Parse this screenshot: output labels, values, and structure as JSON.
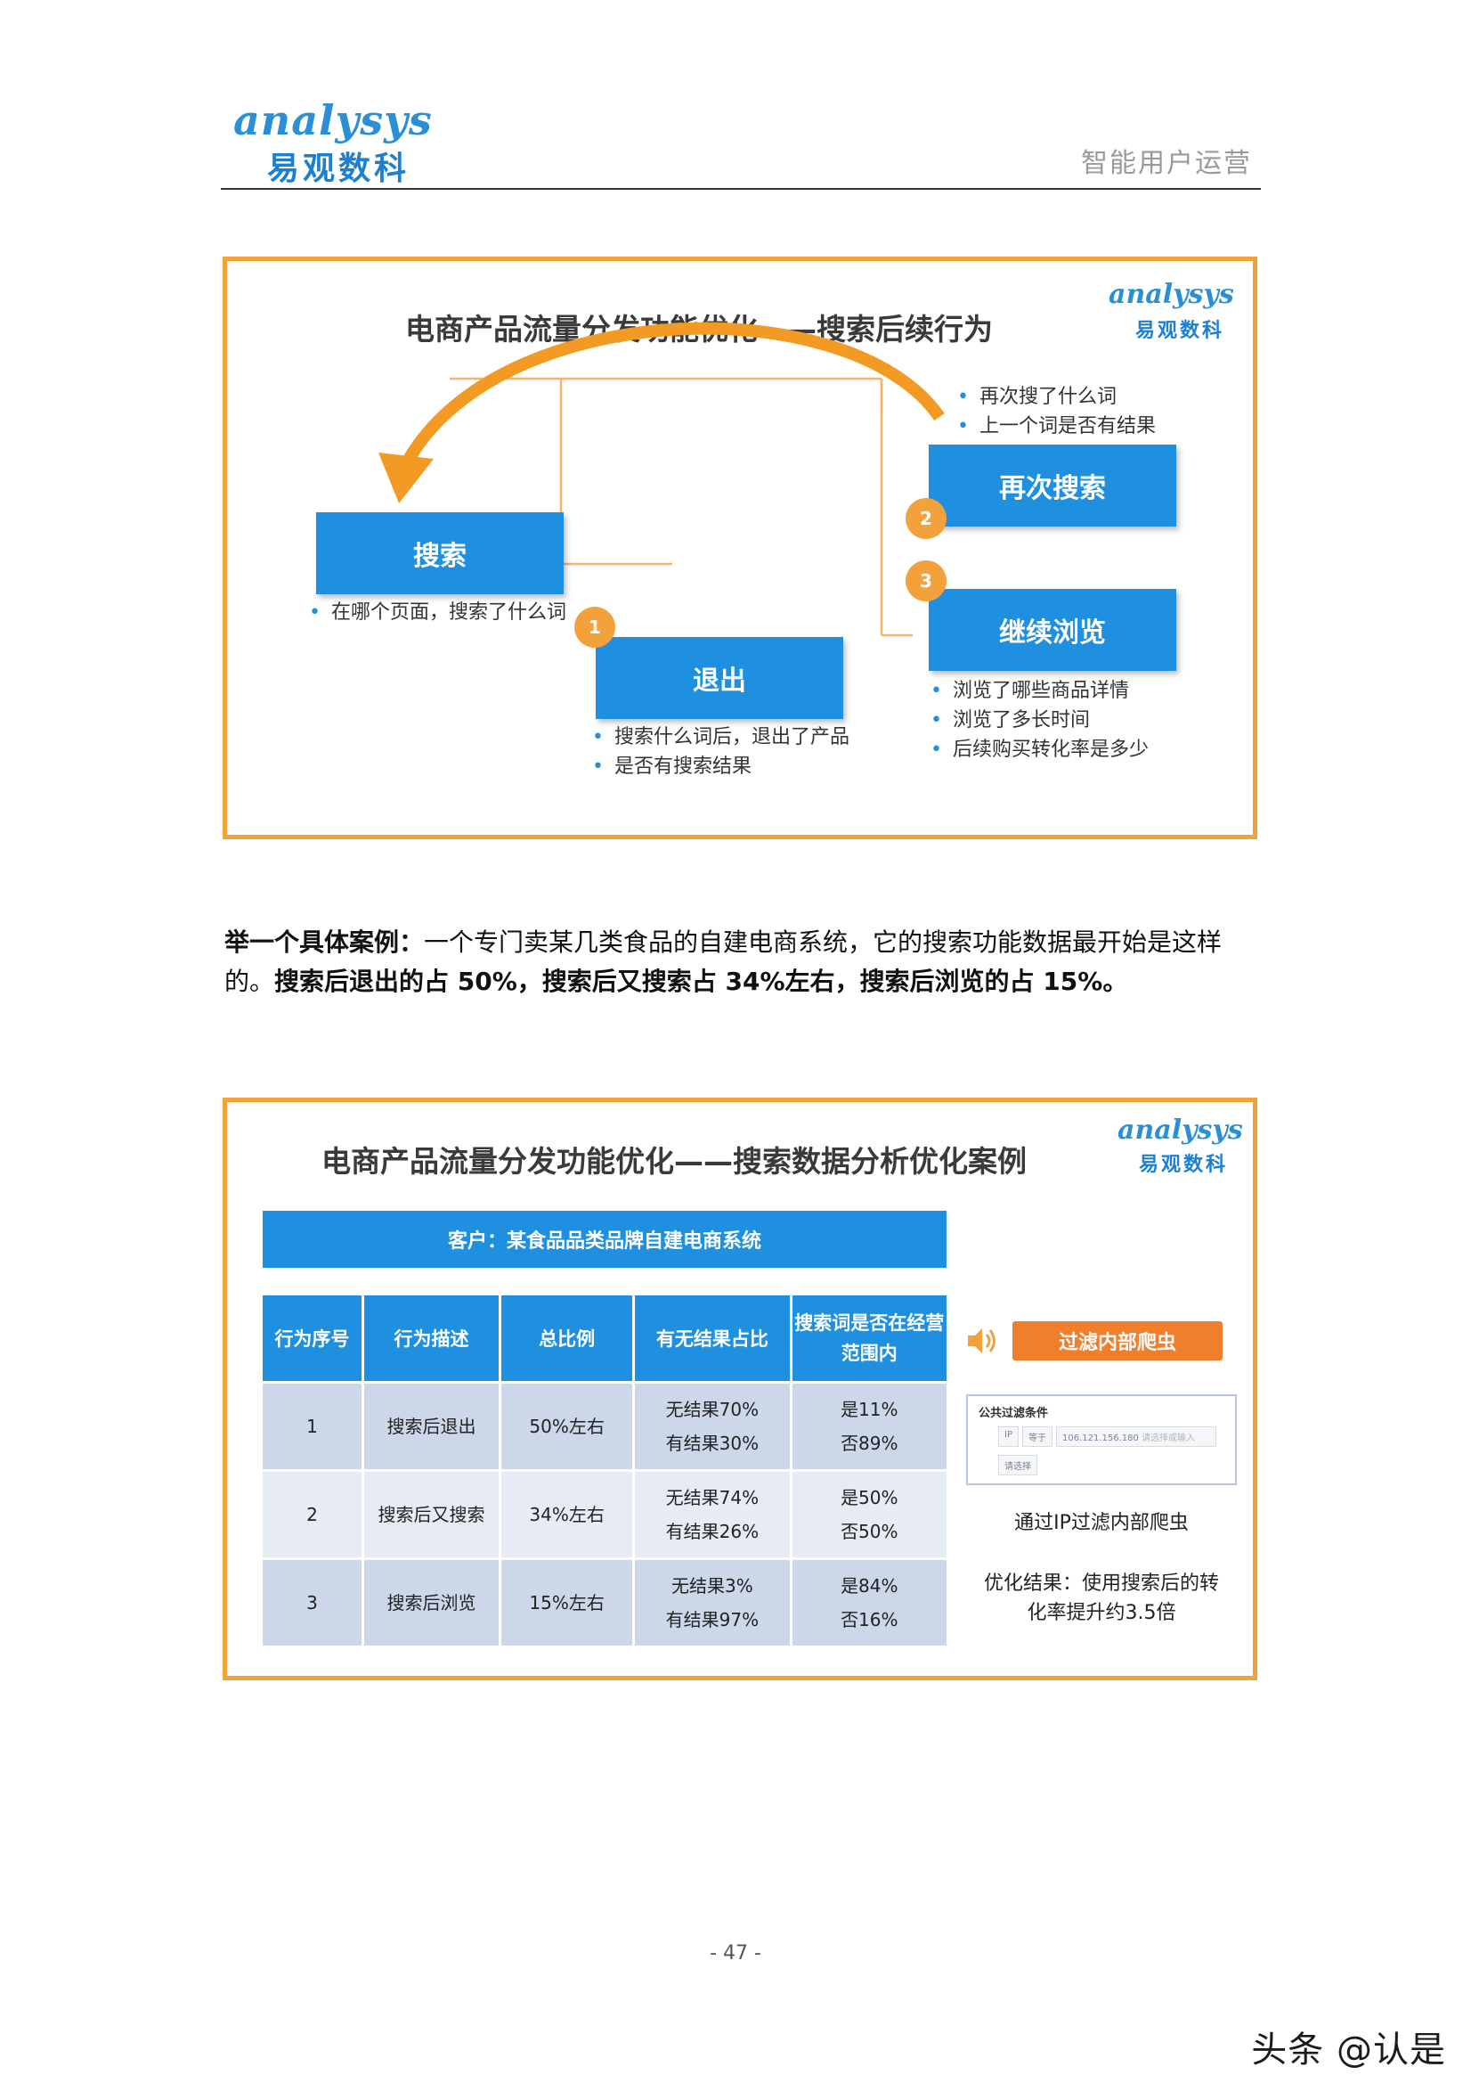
{
  "header": {
    "logo_en": "analysys",
    "logo_cn": "易观数科",
    "section": "智能用户运营"
  },
  "slide1": {
    "title": "电商产品流量分发功能优化——搜索后续行为",
    "logo_en": "analysys",
    "logo_cn": "易观数科",
    "boxes": {
      "search": "搜索",
      "exit": "退出",
      "research": "再次搜索",
      "browse": "继续浏览"
    },
    "numbers": [
      "1",
      "2",
      "3"
    ],
    "search_notes": [
      "在哪个页面，搜索了什么词"
    ],
    "exit_notes": [
      "搜索什么词后，退出了产品",
      "是否有搜索结果"
    ],
    "research_notes": [
      "再次搜了什么词",
      "上一个词是否有结果"
    ],
    "browse_notes": [
      "浏览了哪些商品详情",
      "浏览了多长时间",
      "后续购买转化率是多少"
    ]
  },
  "paragraph": {
    "lead_bold": "举一个具体案例：",
    "lead_text": "一个专门卖某几类食品的自建电商系统，它的搜索功能数据最开始是这样的。",
    "result_bold": "搜索后退出的占 50%，搜索后又搜索占 34%左右，搜索后浏览的占 15%。"
  },
  "slide2": {
    "title": "电商产品流量分发功能优化——搜索数据分析优化案例",
    "logo_en": "analysys",
    "logo_cn": "易观数科",
    "caption": "客户：某食品品类品牌自建电商系统",
    "headers": [
      "行为序号",
      "行为描述",
      "总比例",
      "有无结果占比",
      "搜索词是否在经营范围内"
    ],
    "rows": [
      {
        "seq": "1",
        "desc": "搜索后退出",
        "ratio": "50%左右",
        "res1": "无结果70%",
        "res2": "有结果30%",
        "in1": "是11%",
        "in2": "否89%"
      },
      {
        "seq": "2",
        "desc": "搜索后又搜索",
        "ratio": "34%左右",
        "res1": "无结果74%",
        "res2": "有结果26%",
        "in1": "是50%",
        "in2": "否50%"
      },
      {
        "seq": "3",
        "desc": "搜索后浏览",
        "ratio": "15%左右",
        "res1": "无结果3%",
        "res2": "有结果97%",
        "in1": "是84%",
        "in2": "否16%"
      }
    ],
    "filter_button": "过滤内部爬虫",
    "filter_panel": {
      "title": "公共过滤条件",
      "field_ip": "IP",
      "field_op": "等于",
      "field_value": "106.121.156.180",
      "field_hint": "请选择或输入",
      "select_placeholder": "请选择"
    },
    "side_note": "通过IP过滤内部爬虫",
    "result": "优化结果：使用搜索后的转化率提升约3.5倍"
  },
  "footer": {
    "page": "- 47 -",
    "watermark": "头条 @认是"
  },
  "colors": {
    "accent_orange": "#f3a13b",
    "primary_blue": "#1f8fe0",
    "filter_orange": "#f07f2b"
  }
}
